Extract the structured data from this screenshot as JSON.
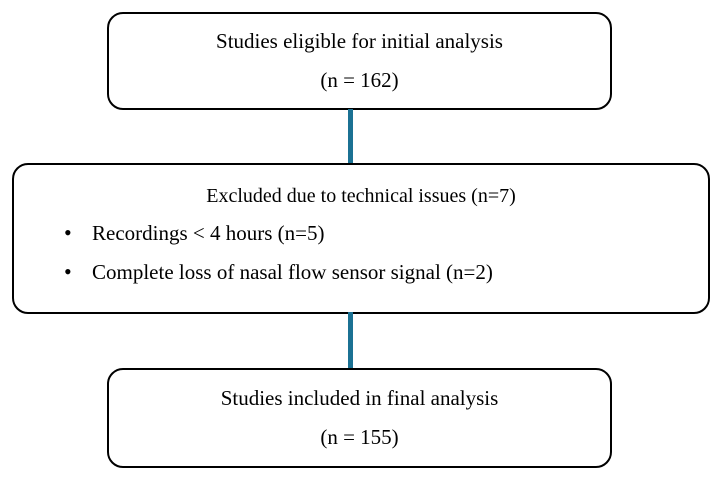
{
  "diagram": {
    "type": "flowchart",
    "connector_color": "#1B7193",
    "boxes": {
      "eligible": {
        "line1": "Studies eligible for initial analysis",
        "line2": "(n = 162)"
      },
      "excluded": {
        "title": "Excluded due to technical issues (n=7)",
        "bullets": [
          "Recordings < 4 hours (n=5)",
          "Complete loss of nasal flow sensor signal (n=2)"
        ]
      },
      "included": {
        "line1": "Studies included in final analysis",
        "line2": "(n = 155)"
      }
    }
  }
}
